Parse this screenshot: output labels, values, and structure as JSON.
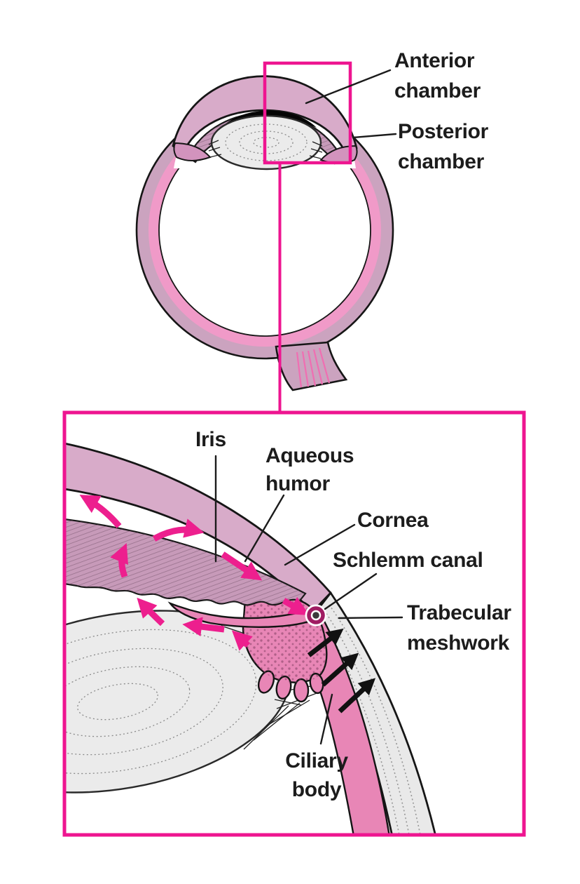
{
  "figure": {
    "kind": "eye anatomy diagram — aqueous humor pathway",
    "overview": {
      "labels": {
        "anterior_chamber": {
          "line1": "Anterior",
          "line2": "chamber"
        },
        "posterior_chamber": {
          "line1": "Posterior",
          "line2": "chamber"
        }
      }
    },
    "detail": {
      "labels": {
        "iris": "Iris",
        "aqueous_humor": {
          "line1": "Aqueous",
          "line2": "humor"
        },
        "cornea": "Cornea",
        "schlemm_canal": "Schlemm canal",
        "trabecular_meshwork": {
          "line1": "Trabecular",
          "line2": "meshwork"
        },
        "ciliary_body": {
          "line1": "Ciliary",
          "line2": "body"
        }
      }
    },
    "colors": {
      "accent": "#ee1590",
      "arrow_magenta": "#ed1f8e",
      "cornea_pink": "#d8abc9",
      "tissue_pink": "#cba3bf",
      "bright_pink": "#e886b6",
      "iris_pink": "#c79ab9",
      "sclera_grey": "#e9e9e9",
      "schlemm_ring": "#a01c62",
      "line_black": "#1b1b1b"
    }
  }
}
